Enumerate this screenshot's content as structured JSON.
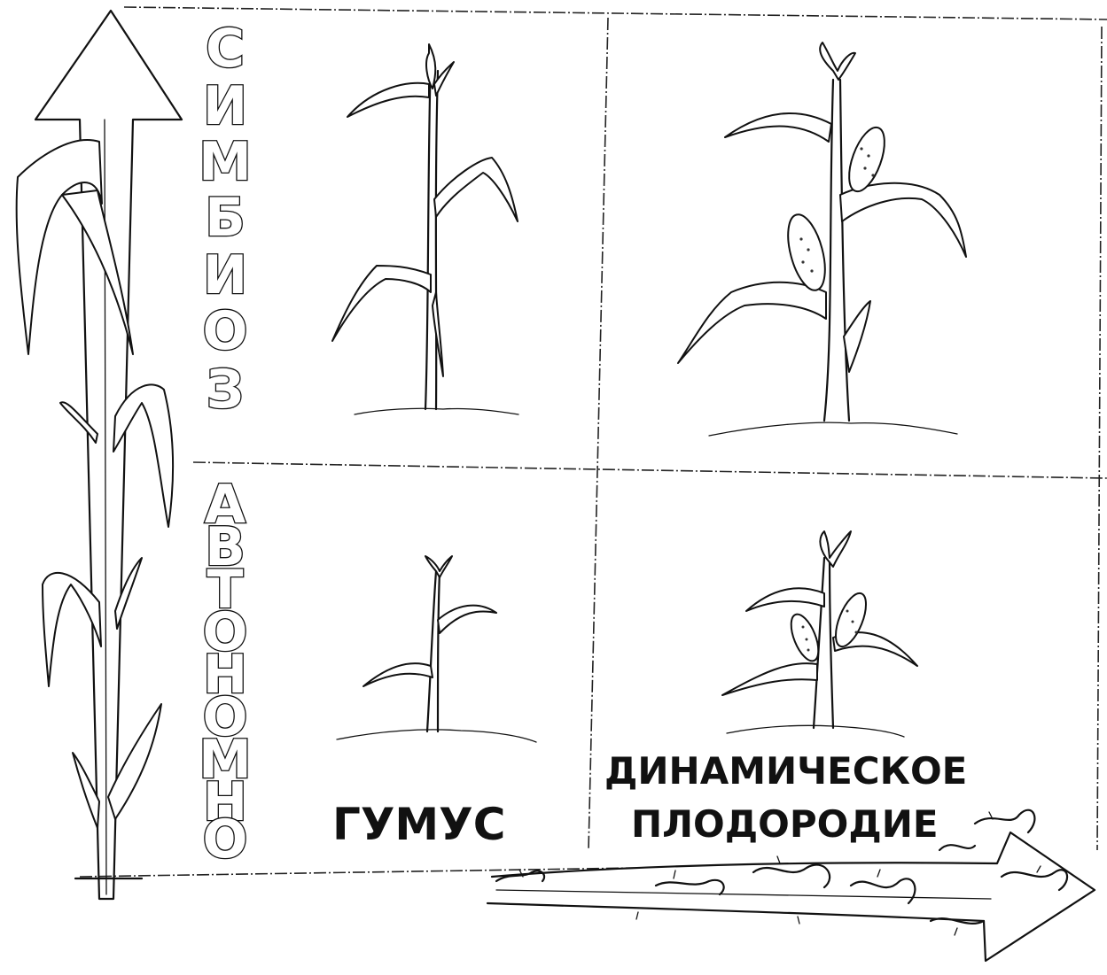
{
  "labels": {
    "symbiosis": "СИМБИОЗ",
    "autonomous": "АВТОНОМНО",
    "humus": "ГУМУС",
    "dynamic_line1": "ДИНАМИЧЕСКОЕ",
    "dynamic_line2": "ПЛОДОРОДИЕ"
  },
  "colors": {
    "ink": "#111111",
    "paper": "#ffffff"
  },
  "panels": [
    {
      "id": "top-left",
      "plant": "tall-thin-stalk"
    },
    {
      "id": "top-right",
      "plant": "mature-corn-with-cobs"
    },
    {
      "id": "bottom-left",
      "plant": "small-seedling"
    },
    {
      "id": "bottom-right",
      "plant": "small-corn-with-cobs"
    }
  ]
}
